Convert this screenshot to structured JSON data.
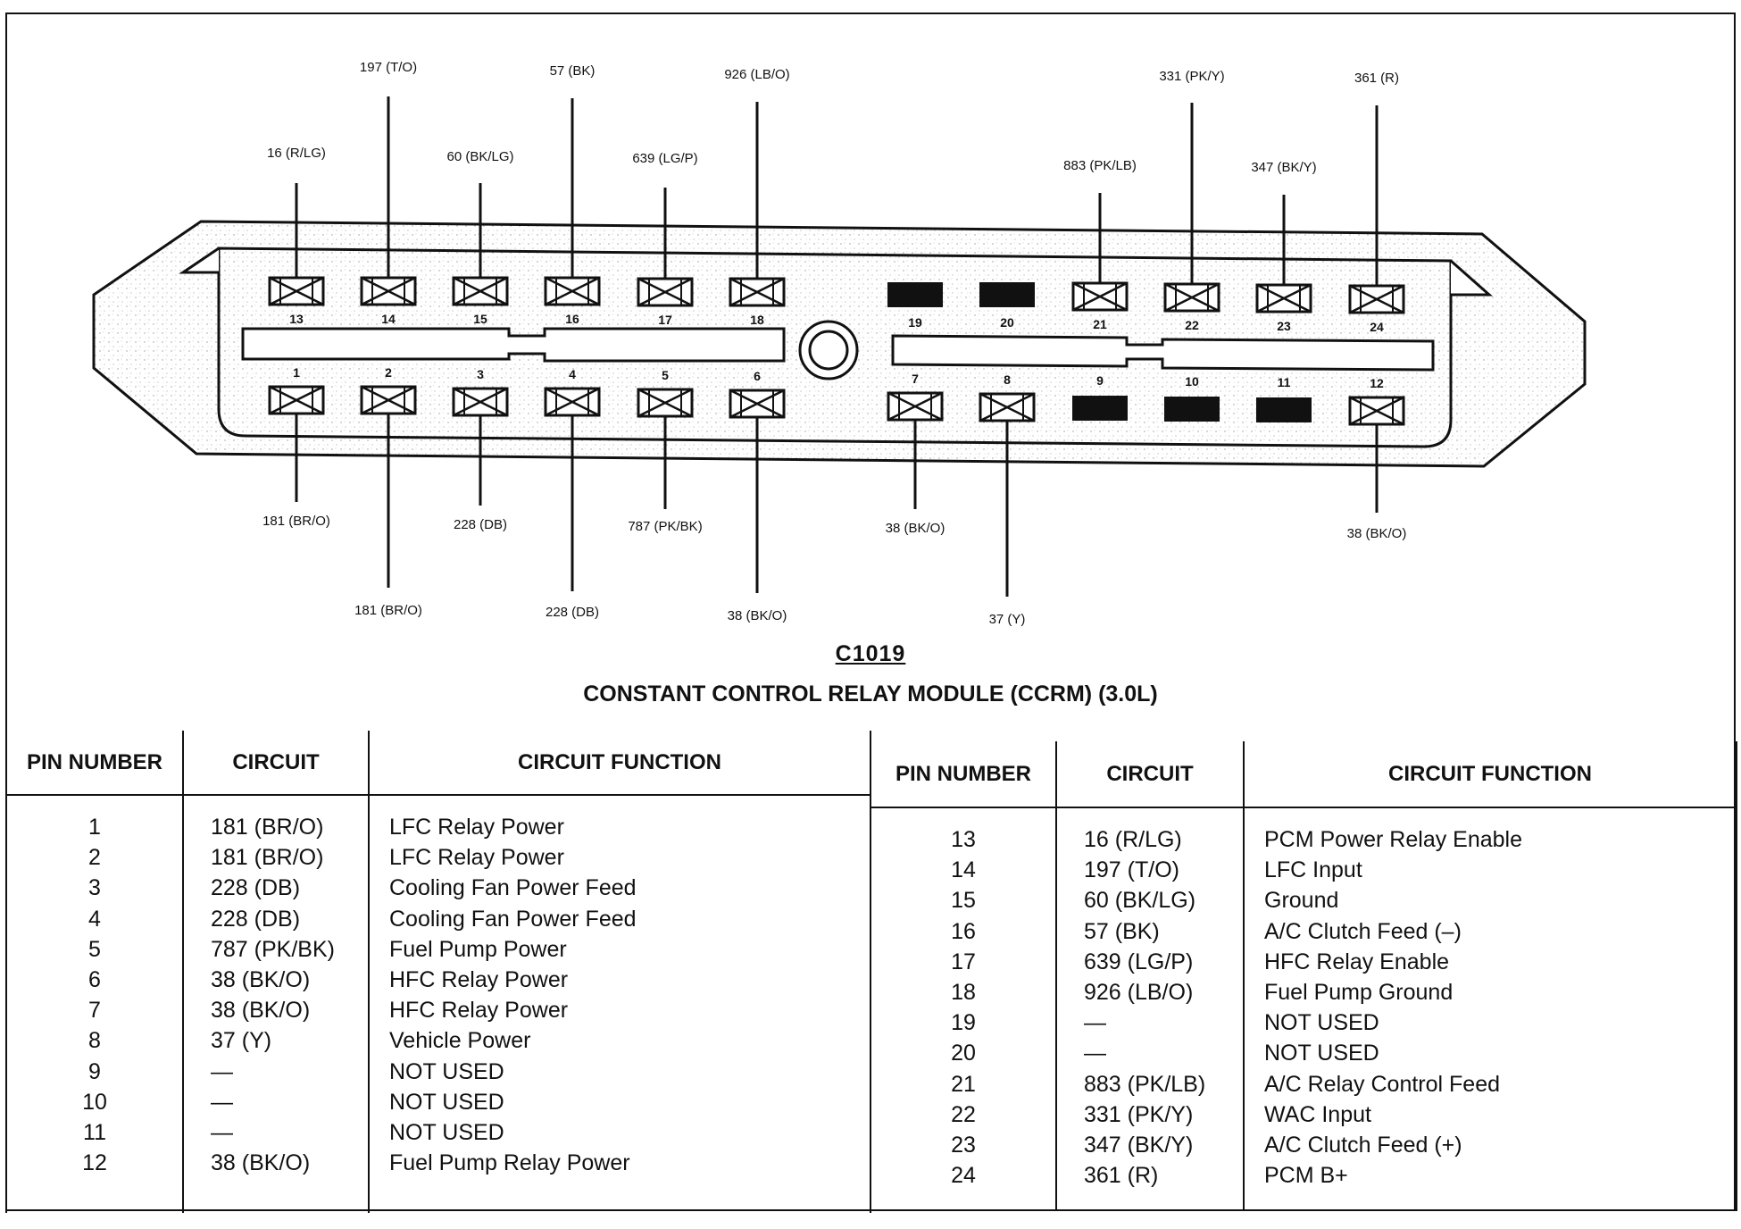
{
  "diagram": {
    "connector_id": "C1019",
    "module_title": "CONSTANT CONTROL RELAY MODULE (CCRM) (3.0L)",
    "cavity_numbers_top": [
      "13",
      "14",
      "15",
      "16",
      "17",
      "18",
      "19",
      "20",
      "21",
      "22",
      "23",
      "24"
    ],
    "cavity_numbers_bottom": [
      "1",
      "2",
      "3",
      "4",
      "5",
      "6",
      "7",
      "8",
      "9",
      "10",
      "11",
      "12"
    ],
    "unused_cavities": [
      "9",
      "10",
      "11",
      "19",
      "20"
    ],
    "wire_labels": [
      {
        "pin": "1",
        "text": "181 (BR/O)"
      },
      {
        "pin": "2",
        "text": "181 (BR/O)"
      },
      {
        "pin": "3",
        "text": "228 (DB)"
      },
      {
        "pin": "4",
        "text": "228 (DB)"
      },
      {
        "pin": "5",
        "text": "787 (PK/BK)"
      },
      {
        "pin": "6",
        "text": "38 (BK/O)"
      },
      {
        "pin": "7",
        "text": "38 (BK/O)"
      },
      {
        "pin": "8",
        "text": "37 (Y)"
      },
      {
        "pin": "12",
        "text": "38 (BK/O)"
      },
      {
        "pin": "13",
        "text": "16 (R/LG)"
      },
      {
        "pin": "14",
        "text": "197 (T/O)"
      },
      {
        "pin": "15",
        "text": "60 (BK/LG)"
      },
      {
        "pin": "16",
        "text": "57 (BK)"
      },
      {
        "pin": "17",
        "text": "639 (LG/P)"
      },
      {
        "pin": "18",
        "text": "926 (LB/O)"
      },
      {
        "pin": "21",
        "text": "883 (PK/LB)"
      },
      {
        "pin": "22",
        "text": "331 (PK/Y)"
      },
      {
        "pin": "23",
        "text": "347 (BK/Y)"
      },
      {
        "pin": "24",
        "text": "361 (R)"
      }
    ]
  },
  "table": {
    "headers": {
      "pin": "PIN NUMBER",
      "circuit": "CIRCUIT",
      "function": "CIRCUIT FUNCTION"
    },
    "left": [
      {
        "pin": "1",
        "circuit": "181 (BR/O)",
        "function": "LFC Relay Power"
      },
      {
        "pin": "2",
        "circuit": "181 (BR/O)",
        "function": "LFC Relay Power"
      },
      {
        "pin": "3",
        "circuit": "228 (DB)",
        "function": "Cooling Fan Power Feed"
      },
      {
        "pin": "4",
        "circuit": "228 (DB)",
        "function": "Cooling Fan Power Feed"
      },
      {
        "pin": "5",
        "circuit": "787 (PK/BK)",
        "function": "Fuel Pump Power"
      },
      {
        "pin": "6",
        "circuit": "38 (BK/O)",
        "function": "HFC Relay Power"
      },
      {
        "pin": "7",
        "circuit": "38 (BK/O)",
        "function": "HFC Relay Power"
      },
      {
        "pin": "8",
        "circuit": "37 (Y)",
        "function": "Vehicle Power"
      },
      {
        "pin": "9",
        "circuit": "—",
        "function": "NOT USED"
      },
      {
        "pin": "10",
        "circuit": "—",
        "function": "NOT USED"
      },
      {
        "pin": "11",
        "circuit": "—",
        "function": "NOT USED"
      },
      {
        "pin": "12",
        "circuit": "38 (BK/O)",
        "function": "Fuel Pump Relay Power"
      }
    ],
    "right": [
      {
        "pin": "13",
        "circuit": "16 (R/LG)",
        "function": "PCM Power Relay Enable"
      },
      {
        "pin": "14",
        "circuit": "197 (T/O)",
        "function": "LFC Input"
      },
      {
        "pin": "15",
        "circuit": "60 (BK/LG)",
        "function": "Ground"
      },
      {
        "pin": "16",
        "circuit": "57 (BK)",
        "function": "A/C Clutch Feed (–)"
      },
      {
        "pin": "17",
        "circuit": "639 (LG/P)",
        "function": "HFC Relay Enable"
      },
      {
        "pin": "18",
        "circuit": "926 (LB/O)",
        "function": "Fuel Pump Ground"
      },
      {
        "pin": "19",
        "circuit": "—",
        "function": "NOT USED"
      },
      {
        "pin": "20",
        "circuit": "—",
        "function": "NOT USED"
      },
      {
        "pin": "21",
        "circuit": "883 (PK/LB)",
        "function": "A/C Relay Control Feed"
      },
      {
        "pin": "22",
        "circuit": "331 (PK/Y)",
        "function": "WAC Input"
      },
      {
        "pin": "23",
        "circuit": "347 (BK/Y)",
        "function": "A/C Clutch Feed (+)"
      },
      {
        "pin": "24",
        "circuit": "361 (R)",
        "function": "PCM B+"
      }
    ]
  }
}
